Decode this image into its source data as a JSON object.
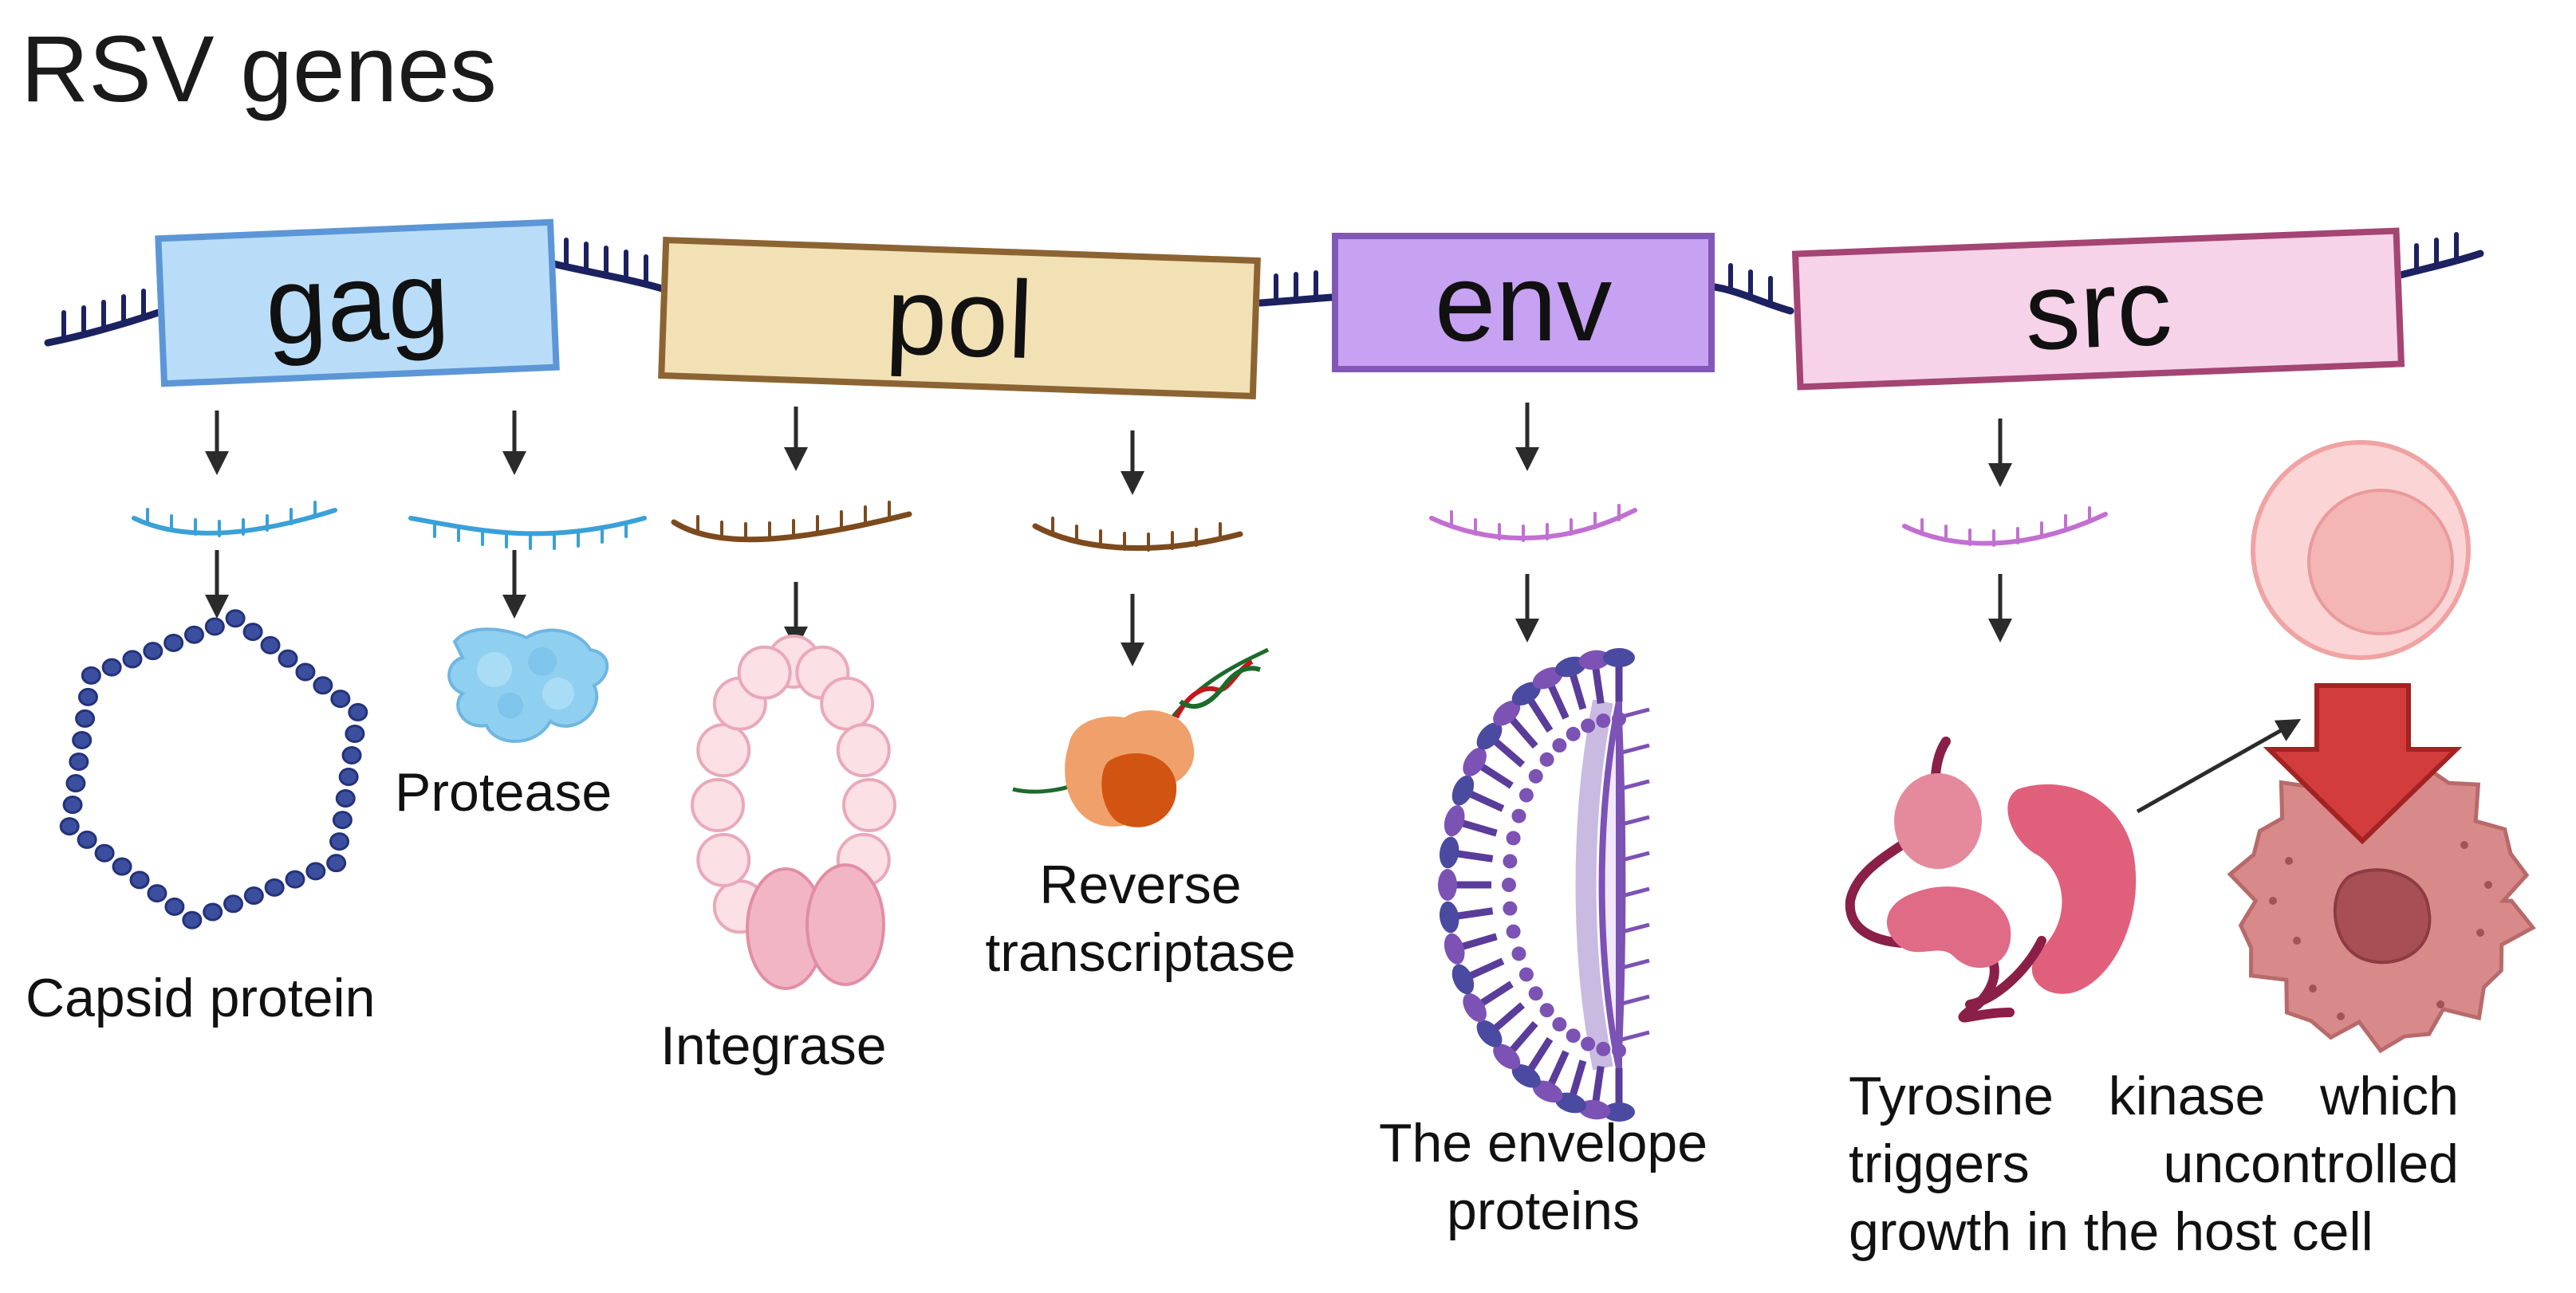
{
  "title": "RSV genes",
  "colors": {
    "backbone": "#1c2160",
    "arrow": "#2b2b2b",
    "gag_fill": "#b9ddf8",
    "gag_border": "#5d96d6",
    "pol_fill": "#f2e1b5",
    "pol_border": "#8c6433",
    "env_fill": "#c7a1f2",
    "env_border": "#8357b5",
    "src_fill": "#f6d3e9",
    "src_border": "#a44574",
    "mrna_blue": "#3aa0d8",
    "mrna_brown": "#7d4a1e",
    "mrna_violet": "#c26fd2",
    "capsid": "#3b4f9e",
    "protease": "#8fcff0",
    "integrase": "#f6c3d0",
    "rt_light": "#f0a06b",
    "rt_dark": "#d25412",
    "envelope": "#7c52b5",
    "kinase": "#e06b86",
    "cell_light": "#f6b8b8",
    "cell_dark": "#c26565"
  },
  "genes": [
    {
      "id": "gag",
      "label": "gag"
    },
    {
      "id": "pol",
      "label": "pol"
    },
    {
      "id": "env",
      "label": "env"
    },
    {
      "id": "src",
      "label": "src"
    }
  ],
  "products": {
    "capsid": "Capsid protein",
    "protease": "Protease",
    "integrase": "Integrase",
    "rt_line1": "Reverse",
    "rt_line2": "transcriptase",
    "env_line1": "The envelope",
    "env_line2": "proteins",
    "src_line1": [
      "Tyrosine",
      "kinase",
      "which"
    ],
    "src_line2": [
      "triggers",
      "uncontrolled"
    ],
    "src_line3": "growth in the host cell"
  },
  "icons": [
    "rna-backbone",
    "down-arrow",
    "mrna-strand",
    "capsid-icon",
    "protease-icon",
    "integrase-icon",
    "reverse-transcriptase-icon",
    "virus-envelope-icon",
    "tyrosine-kinase-icon",
    "host-cell-icon",
    "tumor-cell-icon"
  ]
}
